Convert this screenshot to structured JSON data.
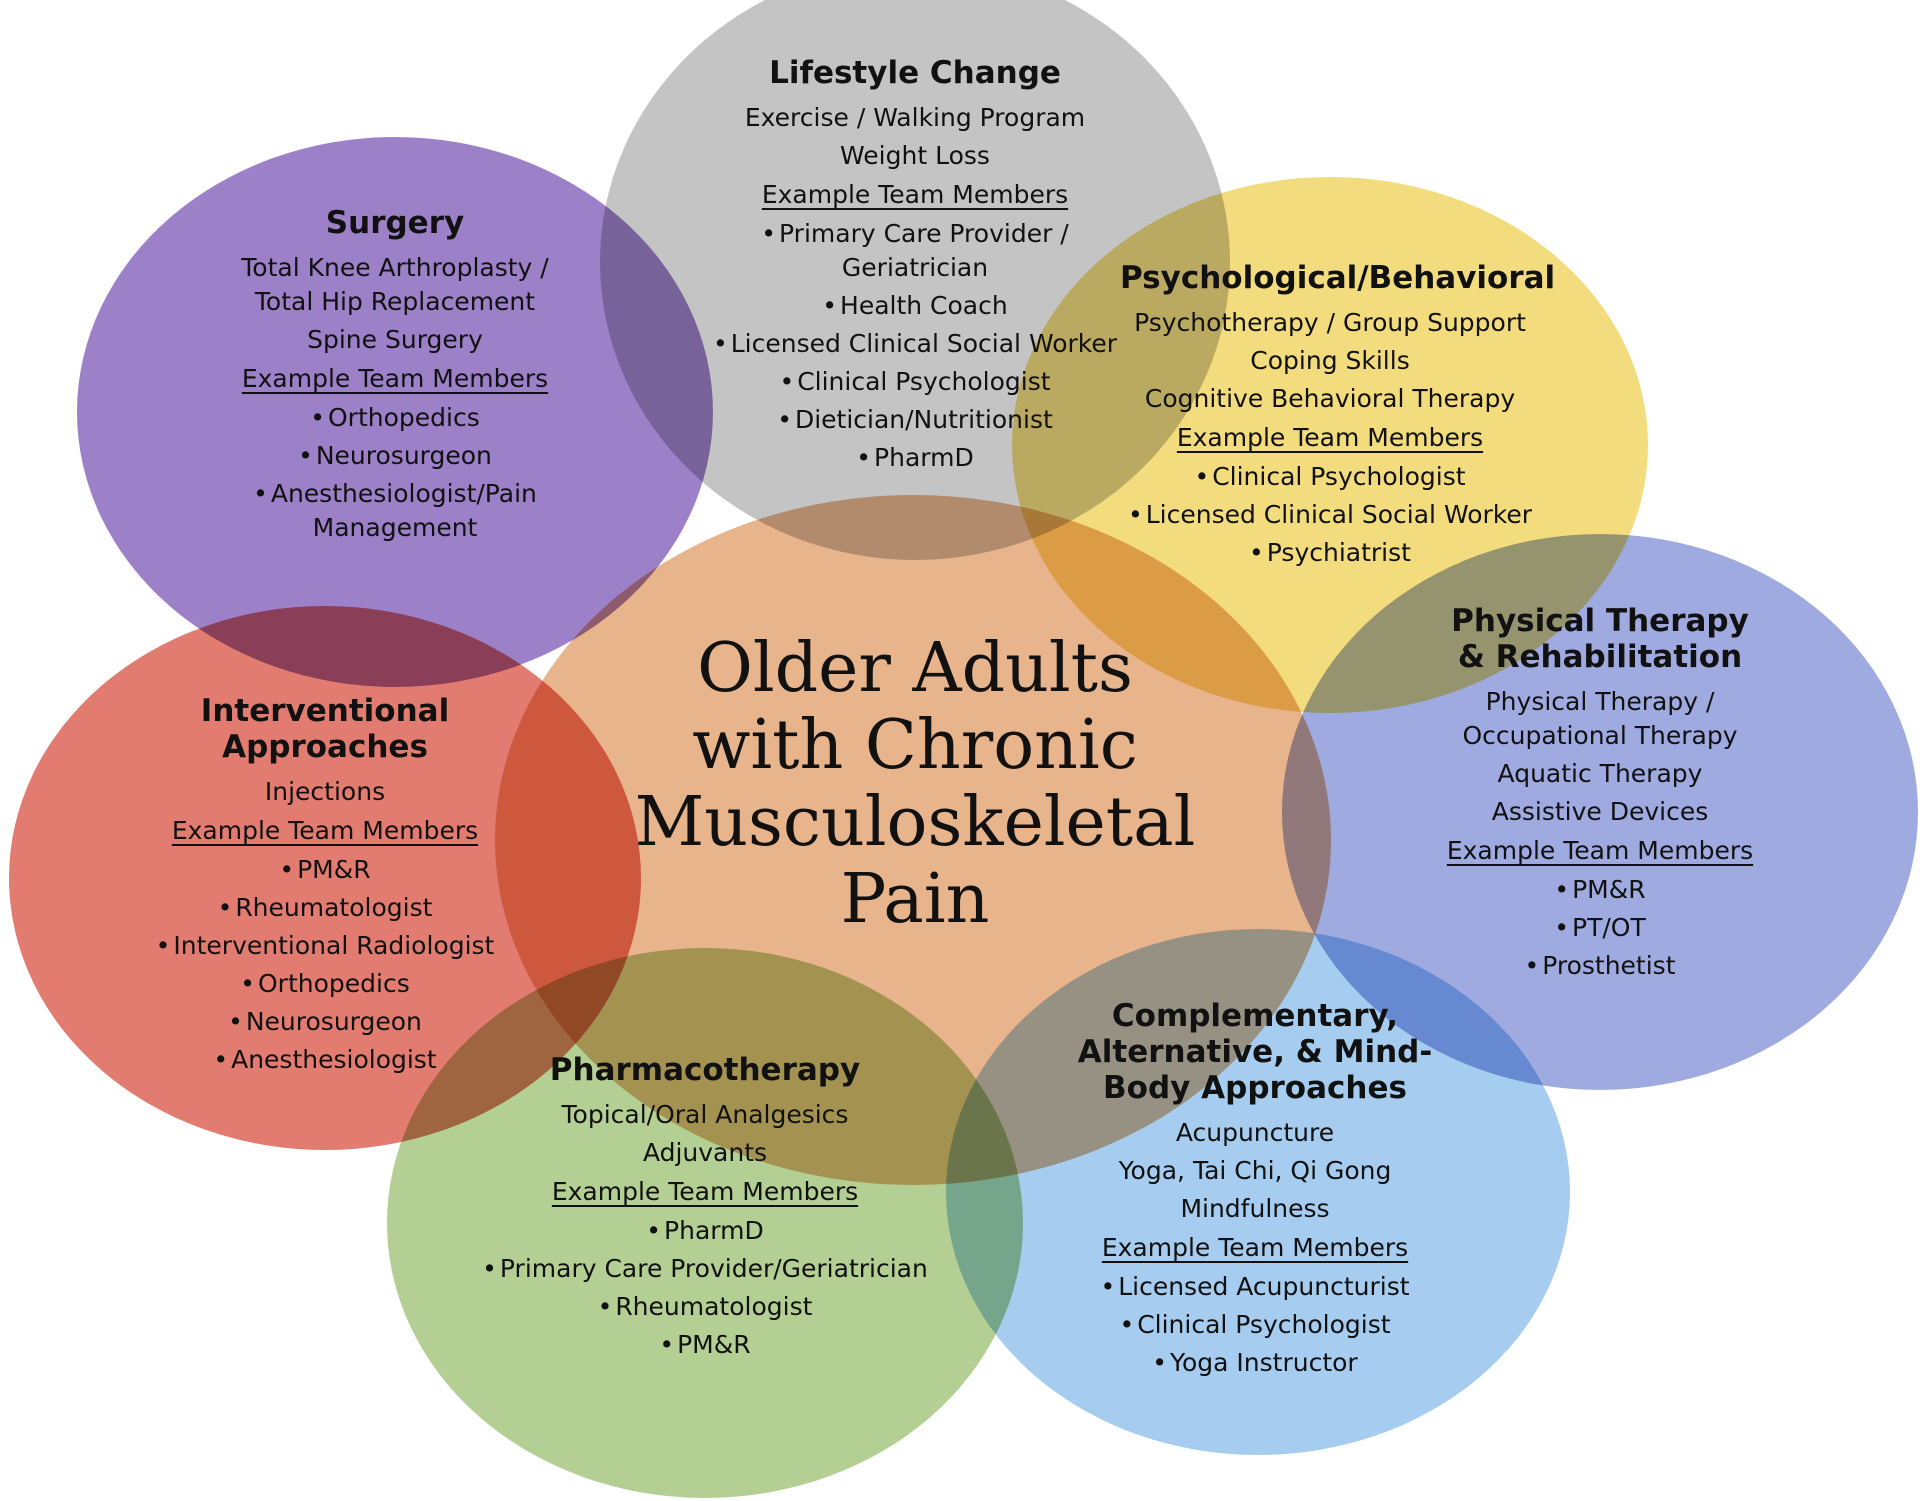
{
  "center": {
    "lines": [
      "Older Adults",
      "with Chronic",
      "Musculoskeletal",
      "Pain"
    ],
    "color": "#e8b48c"
  },
  "groups": {
    "lifestyle": {
      "title": "Lifestyle Change",
      "items": [
        "Exercise / Walking Program",
        "Weight Loss"
      ],
      "team_heading": "Example Team Members",
      "members": [
        "Primary Care Provider / Geriatrician",
        "Health Coach",
        "Licensed Clinical Social Worker",
        "Clinical Psychologist",
        "Dietician/Nutritionist",
        "PharmD"
      ],
      "color": "#c4c4c4"
    },
    "surgery": {
      "title": "Surgery",
      "items": [
        "Total Knee Arthroplasty / Total Hip Replacement",
        "Spine Surgery"
      ],
      "team_heading": "Example Team Members",
      "members": [
        "Orthopedics",
        "Neurosurgeon",
        "Anesthesiologist/Pain Management"
      ],
      "color": "#9c80c8"
    },
    "psychological": {
      "title": "Psychological/Behavioral",
      "items": [
        "Psychotherapy / Group Support",
        "Coping Skills",
        "Cognitive Behavioral Therapy"
      ],
      "team_heading": "Example Team Members",
      "members": [
        "Clinical Psychologist",
        "Licensed Clinical Social Worker",
        "Psychiatrist"
      ],
      "color": "#f2dc7e"
    },
    "interventional": {
      "title": "Interventional Approaches",
      "items": [
        "Injections"
      ],
      "team_heading": "Example Team Members",
      "members": [
        "PM&R",
        "Rheumatologist",
        "Interventional Radiologist",
        "Orthopedics",
        "Neurosurgeon",
        "Anesthesiologist"
      ],
      "color": "#e27c70"
    },
    "physical_therapy": {
      "title": "Physical Therapy & Rehabilitation",
      "items": [
        "Physical Therapy / Occupational Therapy",
        "Aquatic Therapy",
        "Assistive Devices"
      ],
      "team_heading": "Example Team Members",
      "members": [
        "PM&R",
        "PT/OT",
        "Prosthetist"
      ],
      "color": "#9eaae0"
    },
    "pharmacotherapy": {
      "title": "Pharmacotherapy",
      "items": [
        "Topical/Oral Analgesics",
        "Adjuvants"
      ],
      "team_heading": "Example Team Members",
      "members": [
        "PharmD",
        "Primary Care Provider/Geriatrician",
        "Rheumatologist",
        "PM&R"
      ],
      "color": "#b4cf94"
    },
    "complementary": {
      "title": "Complementary, Alternative, & Mind-Body Approaches",
      "items": [
        "Acupuncture",
        "Yoga, Tai Chi, Qi Gong",
        "Mindfulness"
      ],
      "team_heading": "Example Team Members",
      "members": [
        "Licensed Acupuncturist",
        "Clinical Psychologist",
        "Yoga Instructor"
      ],
      "color": "#a6cdf0"
    }
  }
}
